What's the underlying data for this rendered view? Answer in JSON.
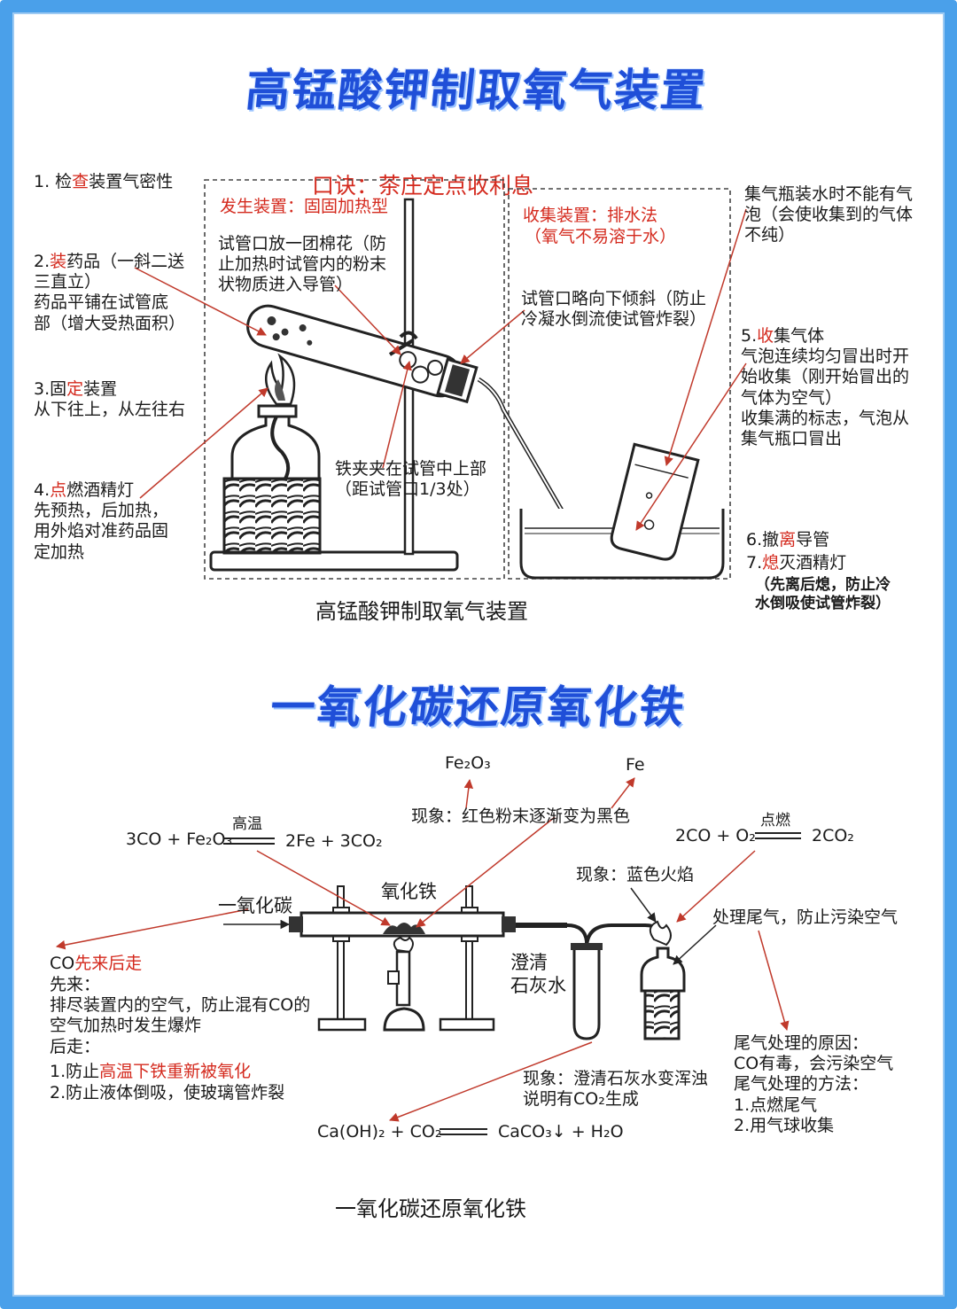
{
  "colors": {
    "frame": "#4aa0ea",
    "title": "#1f4fd8",
    "accent_red": "#d42a1e",
    "arrow": "#c0392b"
  },
  "section1": {
    "title": "高锰酸钾制取氧气装置",
    "mnemonic_prefix": "口诀：",
    "mnemonic": "茶庄定点收利息",
    "caption": "高锰酸钾制取氧气装置",
    "gen_box_label": "发生装置：固固加热型",
    "col_box_label_1": "收集装置：排水法",
    "col_box_label_2": "（氧气不易溶于水）",
    "cotton_note": "试管口放一团棉花（防\n止加热时试管内的粉末\n状物质进入导管）",
    "tilt_note": "试管口略向下倾斜（防止\n冷凝水倒流使试管炸裂）",
    "clamp_note": "铁夹夹在试管中上部\n（距试管口1/3处）",
    "bottle_note": "集气瓶装水时不能有气\n泡（会使收集到的气体\n不纯）",
    "step1_pre": "1. 检",
    "step1_key": "查",
    "step1_post": "装置气密性",
    "step2_pre": "2.",
    "step2_key": "装",
    "step2_post": "药品（一斜二送\n三直立）\n药品平铺在试管底\n部（增大受热面积）",
    "step3_pre": "3.固",
    "step3_key": "定",
    "step3_post": "装置\n从下往上，从左往右",
    "step4_pre": "4.",
    "step4_key": "点",
    "step4_post": "燃酒精灯\n先预热，后加热，\n用外焰对准药品固\n定加热",
    "step5_pre": "5.",
    "step5_key": "收",
    "step5_post": "集气体\n气泡连续均匀冒出时开\n始收集（刚开始冒出的\n气体为空气）\n收集满的标志，气泡从\n集气瓶口冒出",
    "step6_pre": "6.撤",
    "step6_key": "离",
    "step6_post": "导管",
    "step7_pre": "7.",
    "step7_key": "熄",
    "step7_post": "灭酒精灯",
    "step7_note": "（先离后熄，防止冷\n水倒吸使试管炸裂）"
  },
  "section2": {
    "title": "一氧化碳还原氧化铁",
    "caption": "一氧化碳还原氧化铁",
    "fe2o3_label": "Fe₂O₃",
    "fe_label": "Fe",
    "phenomenon_red": "现象：红色粉末逐渐变为黑色",
    "eq1_left": "3CO + Fe₂O₃",
    "eq1_cond": "高温",
    "eq1_right": "2Fe + 3CO₂",
    "eq2_left": "2CO + O₂",
    "eq2_cond": "点燃",
    "eq2_right": "2CO₂",
    "blue_flame": "现象：蓝色火焰",
    "tail_treat": "处理尾气，防止污染空气",
    "co_label": "一氧化碳",
    "feo_label": "氧化铁",
    "limewater_label": "澄清\n石灰水",
    "co_first_pre": "CO",
    "co_first_key": "先来后走",
    "co_first_body": "先来：\n排尽装置内的空气，防止混有CO的\n空气加热时发生爆炸\n后走：",
    "after1_pre": "1.防止",
    "after1_key": "高温下铁重新被氧化",
    "after2": "2.防止液体倒吸，使玻璃管炸裂",
    "limewater_phen": "现象：澄清石灰水变浑浊\n说明有CO₂生成",
    "eq3_left": "Ca(OH)₂ + CO₂",
    "eq3_right": "CaCO₃↓ + H₂O",
    "tail_reason": "尾气处理的原因：\nCO有毒，会污染空气\n尾气处理的方法：\n1.点燃尾气\n2.用气球收集"
  }
}
